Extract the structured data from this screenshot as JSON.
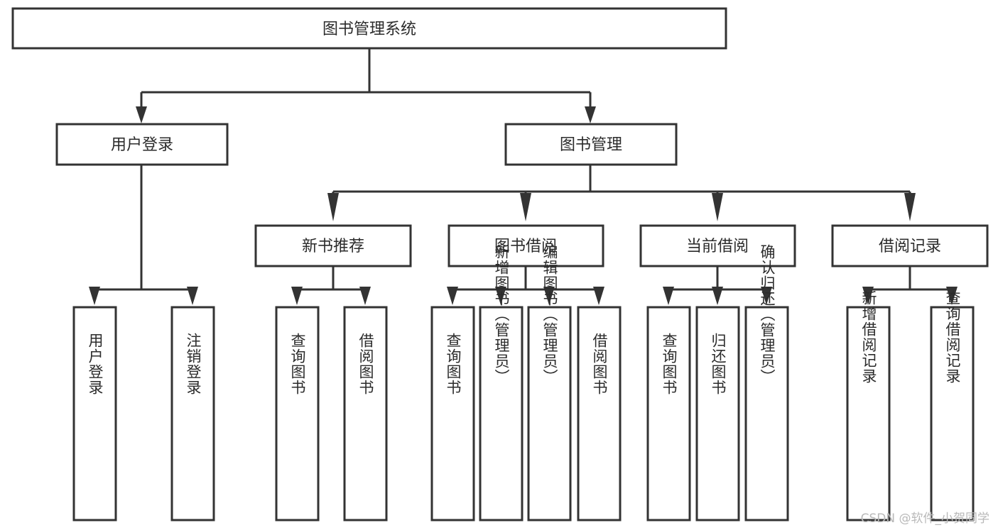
{
  "diagram": {
    "title": "图书管理系统",
    "type": "hierarchy-tree",
    "watermark": "CSDN @软件_小贺同学",
    "colors": {
      "stroke": "#333333",
      "box_fill": "#ffffff",
      "text": "#2b2b2b",
      "background": "#ffffff",
      "watermark": "#b9b9b9"
    },
    "levels": {
      "root": {
        "label": "图书管理系统"
      },
      "level2": [
        {
          "id": "user-login",
          "label": "用户登录"
        },
        {
          "id": "book-management",
          "label": "图书管理"
        }
      ],
      "level3": [
        {
          "id": "new-book-recommend",
          "label": "新书推荐",
          "parent": "book-management"
        },
        {
          "id": "book-borrow",
          "label": "图书借阅",
          "parent": "book-management"
        },
        {
          "id": "current-borrow",
          "label": "当前借阅",
          "parent": "book-management"
        },
        {
          "id": "borrow-record",
          "label": "借阅记录",
          "parent": "book-management"
        }
      ],
      "leaves": [
        {
          "id": "leaf-user-login",
          "label": "用户登录",
          "parent": "user-login"
        },
        {
          "id": "leaf-logout-login",
          "label": "注销登录",
          "parent": "user-login"
        },
        {
          "id": "leaf-query-book-1",
          "label": "查询图书",
          "parent": "new-book-recommend"
        },
        {
          "id": "leaf-borrow-book-1",
          "label": "借阅图书",
          "parent": "new-book-recommend"
        },
        {
          "id": "leaf-query-book-2",
          "label": "查询图书",
          "parent": "book-borrow"
        },
        {
          "id": "leaf-add-book",
          "label": "新增图书（管理员）",
          "parent": "book-borrow"
        },
        {
          "id": "leaf-edit-book",
          "label": "编辑图书（管理员）",
          "parent": "book-borrow"
        },
        {
          "id": "leaf-borrow-book-2",
          "label": "借阅图书",
          "parent": "book-borrow"
        },
        {
          "id": "leaf-query-book-3",
          "label": "查询图书",
          "parent": "current-borrow"
        },
        {
          "id": "leaf-return-book",
          "label": "归还图书",
          "parent": "current-borrow"
        },
        {
          "id": "leaf-confirm-return",
          "label": "确认归还（管理员）",
          "parent": "current-borrow"
        },
        {
          "id": "leaf-add-record",
          "label": "新增借阅记录",
          "parent": "borrow-record"
        },
        {
          "id": "leaf-query-record",
          "label": "查询借阅记录",
          "parent": "borrow-record"
        }
      ]
    }
  }
}
